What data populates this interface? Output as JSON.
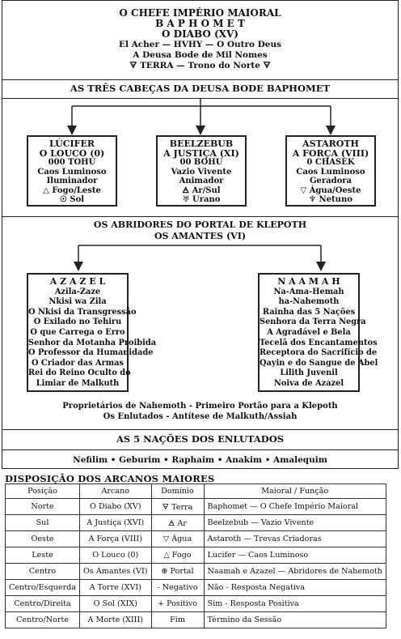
{
  "header": {
    "line1": "O CHEFE IMPÉRIO MAIORAL",
    "line2": "B A P H O M E T",
    "line3": "O DIABO (XV)",
    "line4": "El Acher — HVHY — O Outro Deus",
    "line5": "A Deusa Bode de Mil Nomes",
    "line6": "🜃 TERRA — Trono do Norte 🜃"
  },
  "three_heads_title": "AS TRÊS CABEÇAS DA DEUSA BODE BAPHOMET",
  "heads": [
    {
      "l1": "LÚCIFER",
      "l2": "O LOUCO (0)",
      "l3": "000 TOHU",
      "l4": "Caos Luminoso",
      "l5": "Iluminador",
      "l6": "△ Fogo/Leste",
      "l7": "☉ Sol"
    },
    {
      "l1": "BEELZEBUB",
      "l2": "A JUSTIÇA (XI)",
      "l3": "00 BOHU",
      "l4": "Vazio Vivente",
      "l5": "Animador",
      "l6": "🜁 Ar/Sul",
      "l7": "♅ Urano"
    },
    {
      "l1": "ASTAROTH",
      "l2": "A FORÇA (VIII)",
      "l3": "0 CHASEK",
      "l4": "Caos Luminoso",
      "l5": "Geradora",
      "l6": "▽ Água/Oeste",
      "l7": "♆ Netuno"
    }
  ],
  "openers": {
    "title1": "OS ABRIDORES DO PORTAL DE KLEPOTH",
    "title2": "OS AMANTES (VI)",
    "azazel": [
      "A Z A Z E L",
      "Azila-Zaze",
      "Nkisi wa Zila",
      "O Nkisi da Transgressão",
      "O Exilado no Tehiru",
      "O que Carrega o Erro",
      "Senhor da Motanha Proibida",
      "O Professor da Humanidade",
      "O Criador das Armas",
      "Rei do Reino Oculto do",
      "Limiar de Malkuth"
    ],
    "naamah": [
      "N A A M A H",
      "Na-Ama-Hemah",
      "ha-Nahemoth",
      "Rainha das 5 Nações",
      "Senhora da Terra Negra",
      "A Agradável e Bela",
      "Tecelã dos Encantamentos",
      "Receptora do Sacrifício de",
      "Qayin e do Sangue de Abel",
      "Lilith Juvenil",
      "Noiva de Azazel"
    ],
    "foot1": "Proprietários de Nahemoth - Primeiro Portão para a Klepoth",
    "foot2": "Os Enlutados - Antítese de Malkuth/Assiah"
  },
  "nations": {
    "title": "AS 5 NAÇÕES DOS ENLUTADOS",
    "list": "Nefilim • Geburim • Raphaim • Anakim • Amalequim"
  },
  "disposition": {
    "title": "DISPOSIÇÃO DOS ARCANOS MAIORES",
    "headers": [
      "Posição",
      "Arcano",
      "Domínio",
      "Maioral / Função"
    ],
    "rows": [
      [
        "Norte",
        "O Diabo (XV)",
        "🜃 Terra",
        "Baphomet — O Chefe Império Maioral"
      ],
      [
        "Sul",
        "A Justiça (XVI)",
        "🜁 Ar",
        "Beelzebub — Vazio Vivente"
      ],
      [
        "Oeste",
        "A Força (VIII)",
        "▽ Água",
        "Astaroth — Trevas Criadoras"
      ],
      [
        "Leste",
        "O Louco (0)",
        "△ Fogo",
        "Lucifer — Caos Luminoso"
      ],
      [
        "Centro",
        "Os Amantes (VI)",
        "⊕ Portal",
        "Naamah e Azazel — Abridores de Nahemoth"
      ],
      [
        "Centro/Esquerda",
        "A Torre (XVI)",
        "- Negativo",
        "Não - Resposta Negativa"
      ],
      [
        "Centro/Direita",
        "O Sol (XIX)",
        "+ Positivo",
        "Sim - Resposta Positiva"
      ],
      [
        "Centro/Norte",
        "A Morte (XIII)",
        "Fim",
        "Término da Sessão"
      ]
    ]
  }
}
